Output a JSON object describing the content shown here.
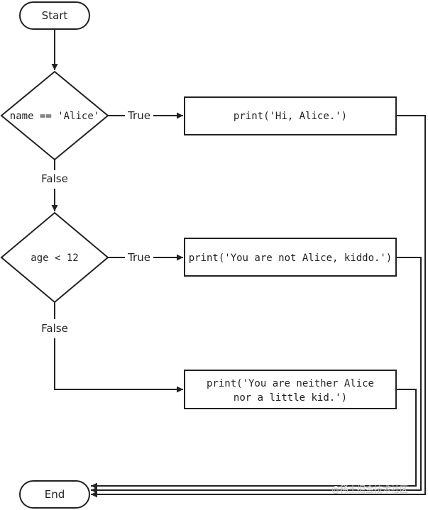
{
  "flowchart": {
    "start": "Start",
    "end": "End",
    "decision_1": "name == 'Alice'",
    "decision_2": "age < 12",
    "action_1": "print('Hi, Alice.')",
    "action_2": "print('You are not Alice, kiddo.')",
    "action_3_line1": "print('You are neither Alice",
    "action_3_line2": "nor a little kid.')",
    "true_label_1": "True",
    "false_label_1": "False",
    "true_label_2": "True",
    "false_label_2": "False"
  },
  "watermark": "@稀土掘金技术社区"
}
